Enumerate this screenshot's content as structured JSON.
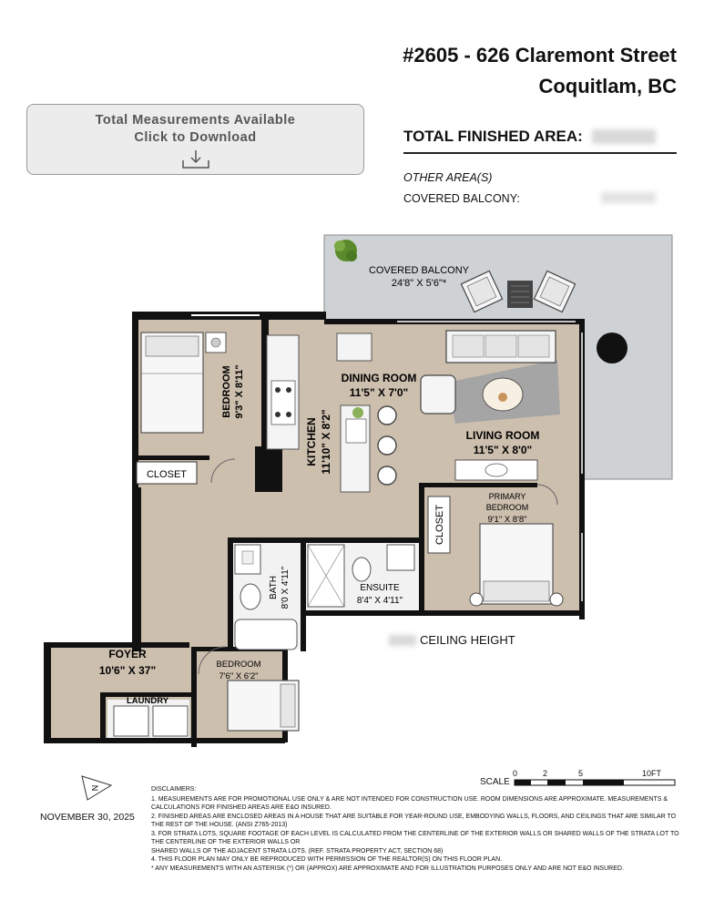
{
  "header": {
    "address_line1": "#2605 - 626 Claremont Street",
    "address_line2": "Coquitlam, BC"
  },
  "download_box": {
    "line1": "Total Measurements Available",
    "line2": "Click to Download",
    "icon": "download-icon"
  },
  "area_summary": {
    "total_label": "TOTAL FINISHED AREA:",
    "other_label": "OTHER AREA(S)",
    "covered_balcony_label": "COVERED BALCONY:"
  },
  "rooms": {
    "covered_balcony": {
      "name": "COVERED BALCONY",
      "dims": "24'8\" X 5'6\"*"
    },
    "bedroom1": {
      "name": "BEDROOM",
      "dims": "9'3\" X 8'11\""
    },
    "closet1": {
      "name": "CLOSET"
    },
    "kitchen": {
      "name": "KITCHEN",
      "dims": "11'10\" X 8'2\""
    },
    "dining": {
      "name": "DINING ROOM",
      "dims": "11'5\" X 7'0\""
    },
    "living": {
      "name": "LIVING ROOM",
      "dims": "11'5\" X 8'0\""
    },
    "primary": {
      "name1": "PRIMARY",
      "name2": "BEDROOM",
      "dims": "9'1\" X 8'8\""
    },
    "closet2": {
      "name": "CLOSET"
    },
    "bath": {
      "name": "BATH",
      "dims": "8'0 X 4'11\""
    },
    "ensuite": {
      "name": "ENSUITE",
      "dims": "8'4\" X 4'11\""
    },
    "foyer": {
      "name": "FOYER",
      "dims": "10'6\" X 37\""
    },
    "bedroom2": {
      "name": "BEDROOM",
      "dims": "7'6\" X 6'2\""
    },
    "laundry": {
      "name": "LAUNDRY"
    }
  },
  "ceiling": {
    "label": "CEILING HEIGHT"
  },
  "compass": {
    "label": "N"
  },
  "scale": {
    "label": "SCALE",
    "ticks": [
      "0",
      "2",
      "5",
      "10FT"
    ]
  },
  "date": "NOVEMBER 30, 2025",
  "disclaimers": {
    "heading": "DISCLAIMERS:",
    "lines": [
      "1. MEASUREMENTS ARE FOR PROMOTIONAL USE ONLY & ARE NOT INTENDED FOR CONSTRUCTION USE. ROOM DIMENSIONS ARE APPROXIMATE. MEASUREMENTS & CALCULATIONS FOR FINISHED AREAS ARE E&O INSURED.",
      "2. FINISHED AREAS ARE ENCLOSED AREAS IN A HOUSE THAT ARE SUITABLE FOR YEAR-ROUND USE, EMBODYING WALLS, FLOORS, AND CEILINGS THAT ARE SIMILAR TO THE REST OF THE HOUSE. (ANSI Z765-2013)",
      "3. FOR STRATA LOTS, SQUARE FOOTAGE OF EACH LEVEL IS CALCULATED FROM THE CENTERLINE OF THE EXTERIOR WALLS OR SHARED WALLS OF THE STRATA LOT TO THE CENTERLINE OF THE EXTERIOR WALLS OR",
      "SHARED WALLS OF THE ADJACENT STRATA LOTS. (REF. STRATA PROPERTY ACT, SECTION 68)",
      "4. THIS FLOOR PLAN MAY ONLY BE REPRODUCED WITH PERMISSION OF THE REALTOR(S) ON THIS FLOOR PLAN.",
      "* ANY MEASUREMENTS WITH AN ASTERISK (*) OR (APPROX) ARE APPROXIMATE AND FOR ILLUSTRATION PURPOSES ONLY AND ARE NOT E&O INSURED."
    ]
  },
  "colors": {
    "floor_wood": "#cdbfae",
    "balcony_grey": "#cfd2d4",
    "walls": "#111111",
    "tile": "#f2f2f2"
  }
}
